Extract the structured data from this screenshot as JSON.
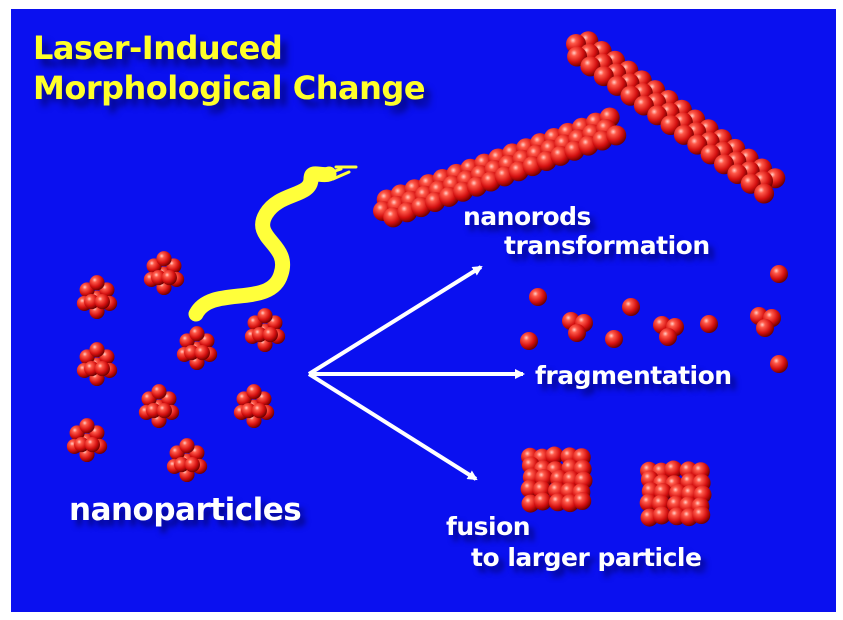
{
  "title": {
    "line1": "Laser-Induced",
    "line2": "Morphological Change"
  },
  "labels": {
    "nanoparticles": "nanoparticles",
    "nanorods_line1": "nanorods",
    "nanorods_line2": "transformation",
    "fragmentation": "fragmentation",
    "fusion_line1": "fusion",
    "fusion_line2": "to larger particle"
  },
  "colors": {
    "background": "#0a10f0",
    "title_text": "#ffff2a",
    "label_text": "#ffffff",
    "particle": "#e02020",
    "laser_beam": "#ffff3a",
    "arrows": "#ffffff"
  },
  "icons": {
    "laser": "laser-beam-icon",
    "particle": "nanoparticle-cluster-icon",
    "rod": "nanorod-icon"
  }
}
